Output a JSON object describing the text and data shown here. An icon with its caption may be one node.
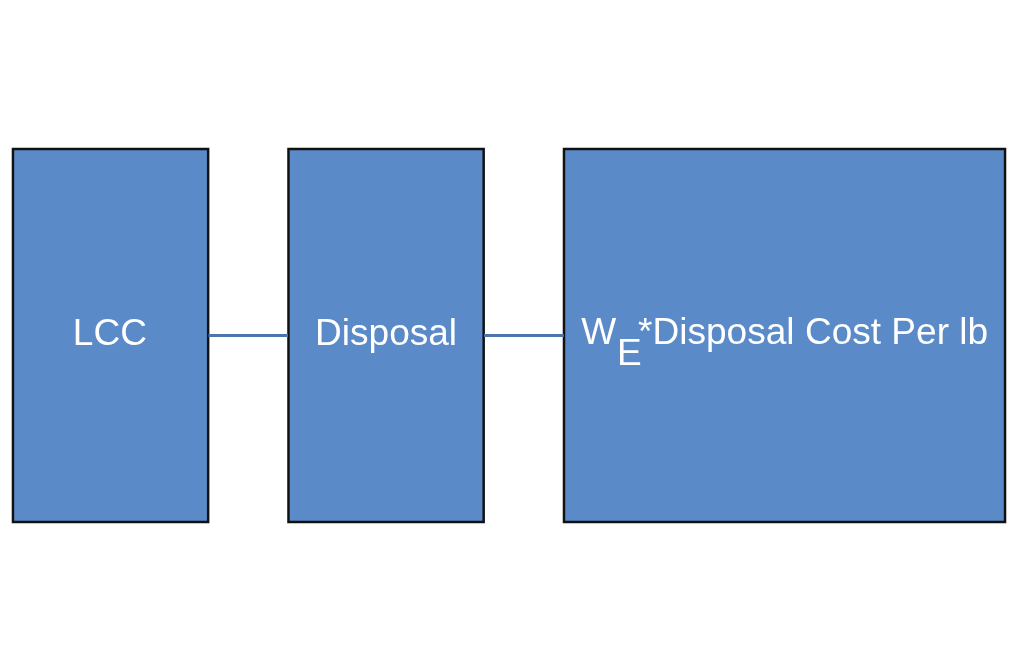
{
  "diagram": {
    "nodes": [
      {
        "text": [
          "LCC"
        ]
      },
      {
        "text": [
          "Disposal"
        ]
      },
      {
        "text": [
          "W$_{E}$*Disposal Cost Per lb"
        ]
      }
    ],
    "edges": [
      {
        "from": 0,
        "to": 1,
        "arrow": "none"
      },
      {
        "from": 1,
        "to": 2,
        "arrow": "none"
      }
    ]
  }
}
